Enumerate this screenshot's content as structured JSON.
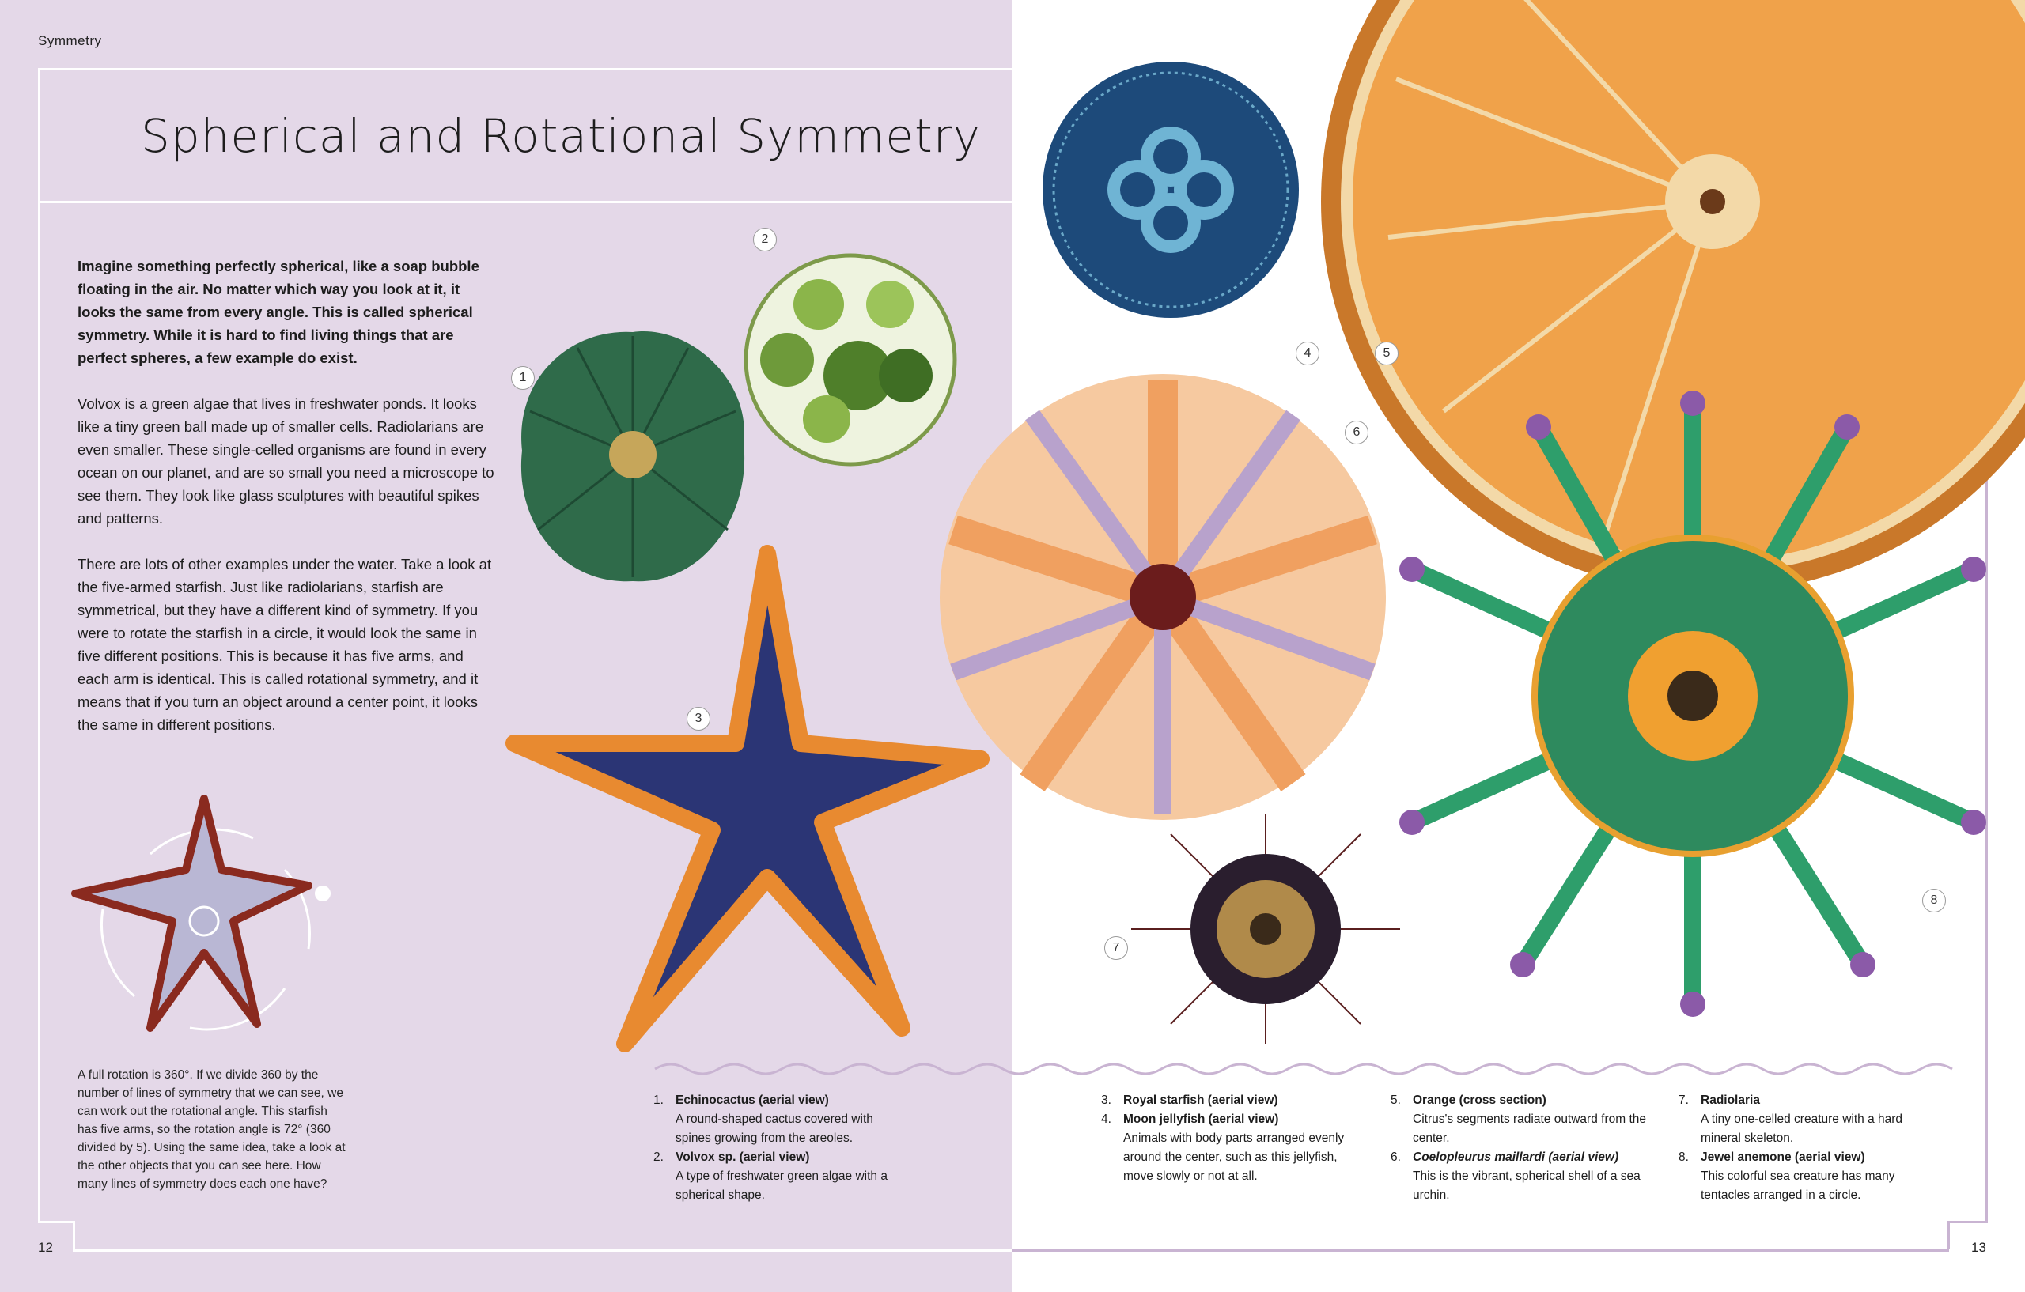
{
  "header": {
    "section_label": "Symmetry"
  },
  "title": "Spherical and Rotational Symmetry",
  "intro": {
    "p1": "Imagine something perfectly spherical, like a soap bubble floating in the air. No matter which way you look at it, it looks the same from every angle. This is called spherical symmetry. While it is hard to find living things that are perfect spheres, a few example do exist.",
    "p2": "Volvox is a green algae that lives in freshwater ponds. It looks like a tiny green ball made up of smaller cells. Radiolarians are even smaller. These single-celled organisms are found in every ocean on our planet, and are so small you need a microscope to see them. They look like glass sculptures with beautiful spikes and patterns.",
    "p3": "There are lots of other examples under the water. Take a look at the five-armed starfish. Just like radiolarians, starfish are symmetrical, but they have a different kind of symmetry. If you were to rotate the starfish in a circle, it would look the same in five different positions. This is because it has five arms, and each arm is identical. This is called rotational symmetry, and it means that if you turn an object around a center point, it looks the same in different positions."
  },
  "rotation_caption": "A full rotation is 360°. If we divide 360 by the number of lines of symmetry that we can see, we can work out the rotational angle. This starfish has five arms, so the rotation angle is 72° (360 divided by 5). Using the same idea, take a look at the other objects that you can see here. How many lines of symmetry does each one have?",
  "page_numbers": {
    "left": "12",
    "right": "13"
  },
  "badges": [
    "1",
    "2",
    "3",
    "4",
    "5",
    "6",
    "7",
    "8"
  ],
  "legend": [
    {
      "num": "1.",
      "name": "Echinocactus (aerial view)",
      "desc": "A round-shaped cactus covered with spines growing from the areoles."
    },
    {
      "num": "2.",
      "name": "Volvox sp. (aerial view)",
      "desc": "A type of freshwater green algae with a spherical shape."
    },
    {
      "num": "3.",
      "name": "Royal starfish (aerial view)",
      "desc": ""
    },
    {
      "num": "4.",
      "name": "Moon jellyfish (aerial view)",
      "desc": "Animals with body parts arranged evenly around the center, such as this jellyfish, move slowly or not at all."
    },
    {
      "num": "5.",
      "name": "Orange (cross section)",
      "desc": "Citrus's segments radiate outward from the center."
    },
    {
      "num": "6.",
      "name": "Coelopleurus maillardi (aerial view)",
      "desc": "This is the vibrant, spherical shell of a sea urchin."
    },
    {
      "num": "7.",
      "name": "Radiolaria",
      "desc": "A tiny one-celled creature with a hard mineral skeleton."
    },
    {
      "num": "8.",
      "name": "Jewel anemone (aerial view)",
      "desc": "This colorful sea creature has many tentacles arranged in a circle."
    }
  ],
  "colors": {
    "left_page_bg": "#e4d8e8",
    "starfish_blue": "#2b3575",
    "starfish_orange": "#e88a30",
    "jellyfish_blue": "#1d4a7a",
    "orange_fruit": "#f0a24a",
    "anemone_green": "#2e9e6b",
    "anemone_tip": "#8b5aa8",
    "cactus_green": "#2f6b4a",
    "urchin_orange": "#f0a060"
  },
  "icons": [
    "starfish-illustration",
    "rotation-arrow-icon",
    "cactus-illustration",
    "volvox-illustration",
    "jellyfish-illustration",
    "orange-illustration",
    "urchin-illustration",
    "radiolaria-illustration",
    "anemone-illustration"
  ]
}
